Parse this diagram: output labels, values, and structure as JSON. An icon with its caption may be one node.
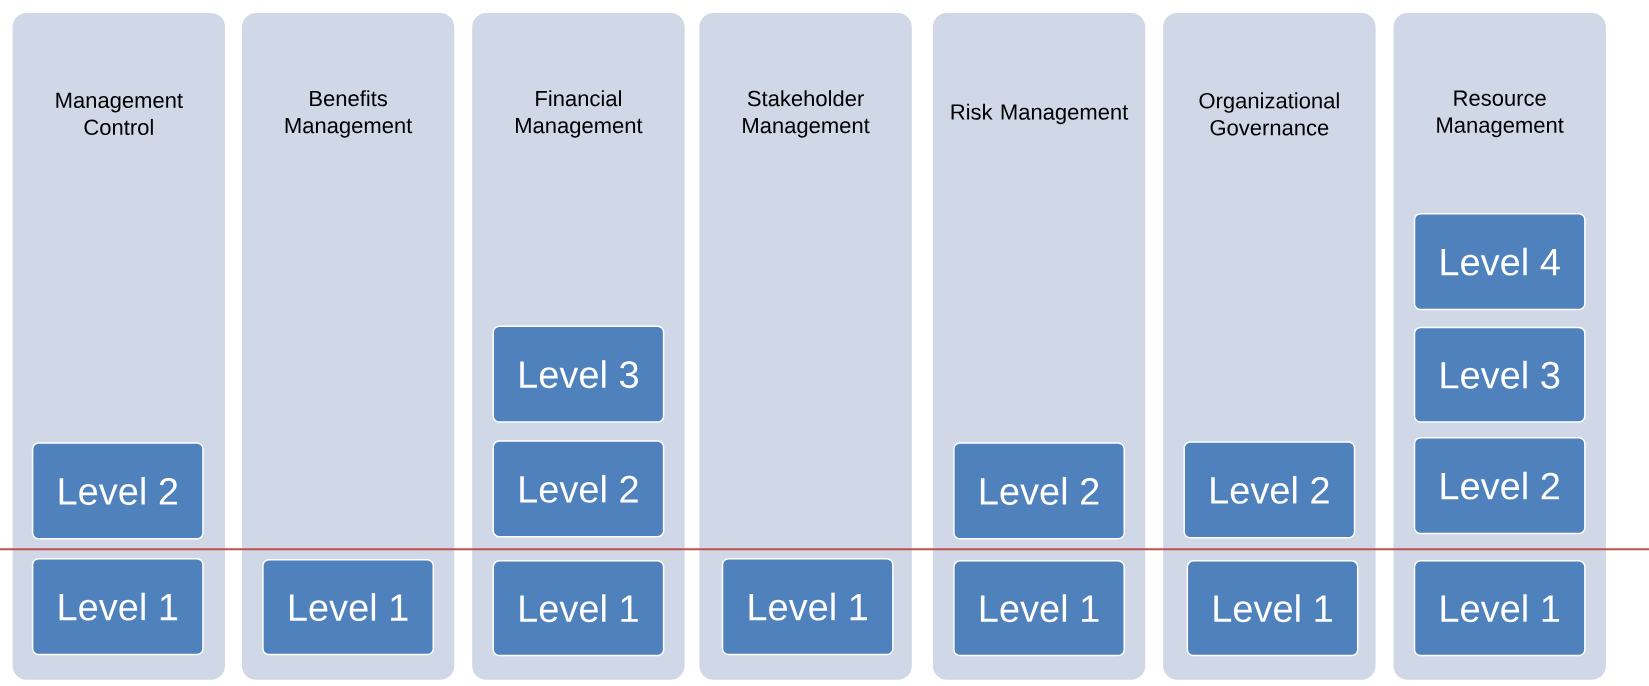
{
  "diagram": {
    "nodes": [
      {
        "text": [
          "Management Control"
        ]
      },
      {
        "text": [
          "Level 2"
        ],
        "in": 0
      },
      {
        "text": [
          "Level 1"
        ],
        "in": 0
      },
      {
        "text": [
          "Benefits Management"
        ]
      },
      {
        "text": [
          "Level 1"
        ],
        "in": 3
      },
      {
        "text": [
          "Financial Management"
        ]
      },
      {
        "text": [
          "Level 3"
        ],
        "in": 5
      },
      {
        "text": [
          "Level 2"
        ],
        "in": 5
      },
      {
        "text": [
          "Level 1"
        ],
        "in": 5
      },
      {
        "text": [
          "Stakeholder Management"
        ]
      },
      {
        "text": [
          "Level 1"
        ],
        "in": 9
      },
      {
        "text": [
          "Risk Management"
        ]
      },
      {
        "text": [
          "Level 2"
        ],
        "in": 11
      },
      {
        "text": [
          "Level 1"
        ],
        "in": 11
      },
      {
        "text": [
          "Organizational Governance"
        ]
      },
      {
        "text": [
          "Level 2"
        ],
        "in": 14
      },
      {
        "text": [
          "Level 1"
        ],
        "in": 14
      },
      {
        "text": [
          "Resource Management"
        ]
      },
      {
        "text": [
          "Level 4"
        ],
        "in": 17
      },
      {
        "text": [
          "Level 3"
        ],
        "in": 17
      },
      {
        "text": [
          "Level 2"
        ],
        "in": 17
      },
      {
        "text": [
          "Level 1"
        ],
        "in": 17
      }
    ]
  }
}
